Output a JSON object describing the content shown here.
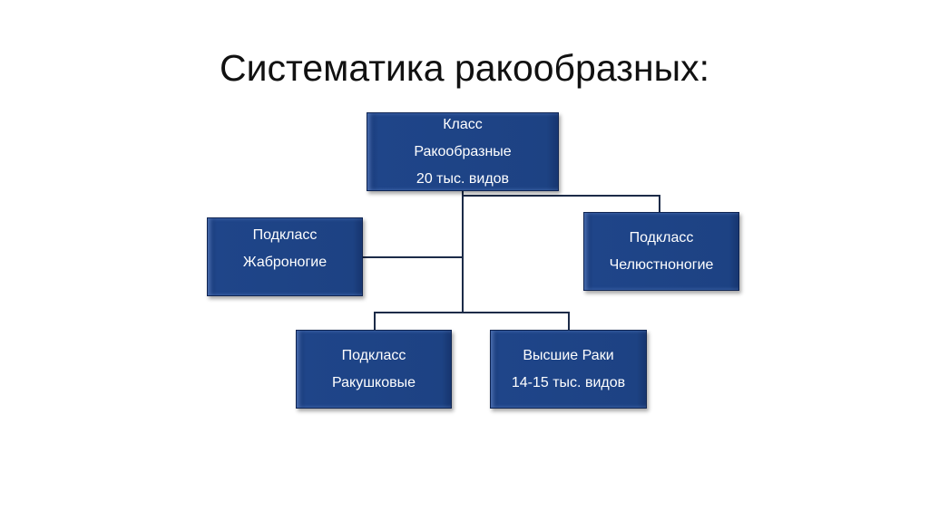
{
  "title": "Систематика ракообразных:",
  "nodes": {
    "root": {
      "lines": [
        "Класс",
        "Ракообразные",
        "20 тыс. видов"
      ]
    },
    "gill": {
      "lines": [
        "Подкласс",
        "Жаброногие"
      ]
    },
    "maxillo": {
      "lines": [
        "Подкласс",
        "Челюстноногие"
      ]
    },
    "ostracod": {
      "lines": [
        "Подкласс",
        "Ракушковые"
      ]
    },
    "higher": {
      "lines": [
        "Высшие Раки",
        "14-15 тыс. видов"
      ]
    }
  }
}
